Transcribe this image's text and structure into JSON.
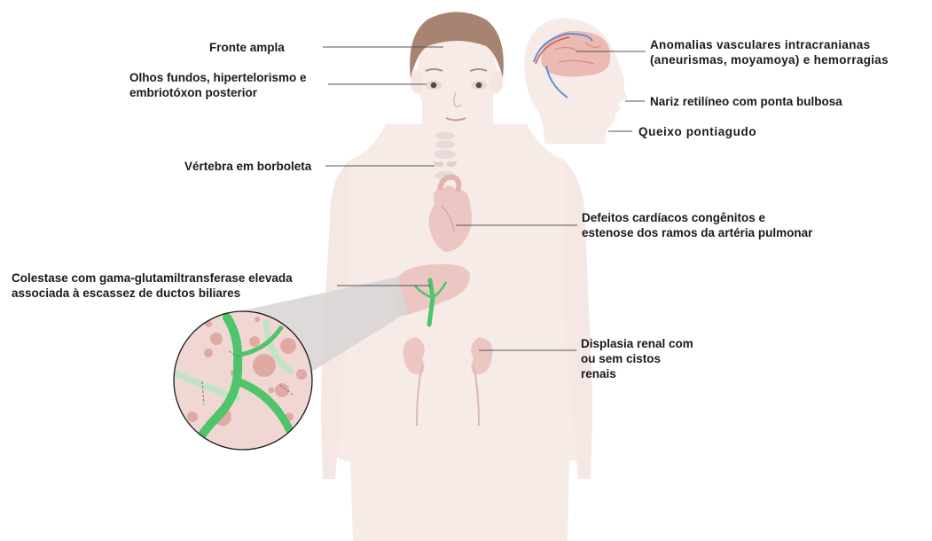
{
  "labels": {
    "forehead": "Fronte ampla",
    "eyes": "Olhos fundos, hipertelorismo e\nembriotóxon posterior",
    "vertebra": "Vértebra em borboleta",
    "cholestasis": "Colestase com gama-glutamiltransferase elevada\nassociada à escassez de ductos biliares",
    "vascular": "Anomalias vasculares intracranianas\n(aneurismas, moyamoya) e hemorragias",
    "nose": "Nariz retilíneo com ponta bulbosa",
    "chin": "Queixo pontiagudo",
    "heart": "Defeitos cardíacos congênitos e\nestenose dos ramos da artéria pulmonar",
    "kidney": "Displasia renal com\nou        sem        cistos\nrenais"
  },
  "colors": {
    "skin": "#f7ebe8",
    "hair": "#a98371",
    "organ": "#ecc6c2",
    "bile_duct": "#4ec46b",
    "vessel": "#5b8fd6",
    "brain": "#ecb9b3"
  }
}
